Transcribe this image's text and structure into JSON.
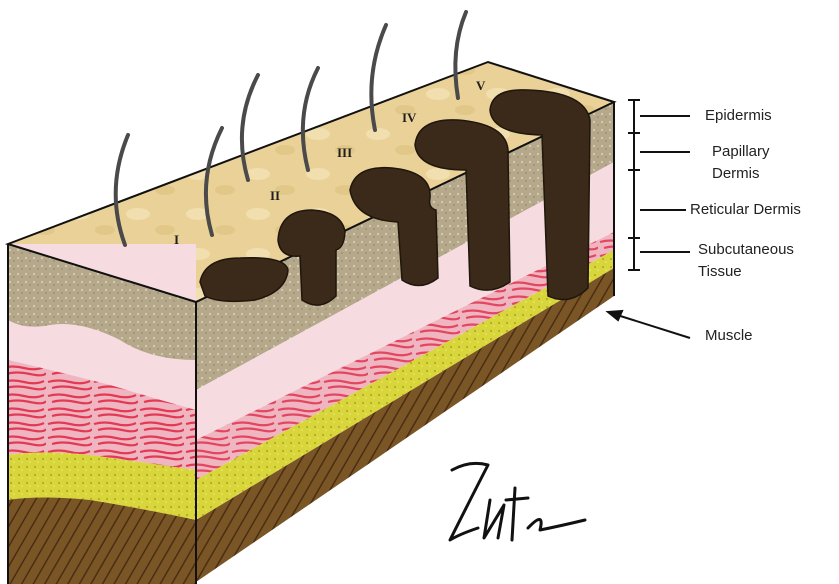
{
  "labels": {
    "epidermis": "Epidermis",
    "papillary_line1": "Papillary",
    "papillary_line2": "Dermis",
    "reticular": "Reticular Dermis",
    "subcutaneous_line1": "Subcutaneous",
    "subcutaneous_line2": "Tissue",
    "muscle": "Muscle"
  },
  "stages": [
    "I",
    "II",
    "III",
    "IV",
    "V"
  ],
  "signature": "Zuts",
  "colors": {
    "top_surface": "#e9d197",
    "epidermis": "#b6a88a",
    "papillary": "#f6dce0",
    "reticular": "#efb6c1",
    "fibers": "#e23a55",
    "subcutaneous": "#d8d63a",
    "muscle": "#6b4a22",
    "tumor": "#3b2a1a",
    "outline": "#111111"
  }
}
